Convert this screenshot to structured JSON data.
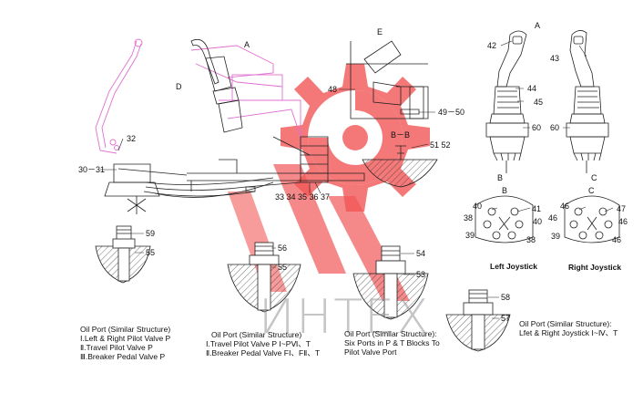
{
  "colors": {
    "logo": "#f03a3a",
    "line": "#222222",
    "pink": "#e070d0",
    "hatch": "#333333"
  },
  "watermark": "ИНТЕХ",
  "views": {
    "a1": "A",
    "d": "D",
    "e": "E",
    "bb": "B－B",
    "a2": "A",
    "b_arrow": "B",
    "c_arrow": "C",
    "b_view": "B",
    "c_view": "C"
  },
  "callouts": {
    "n32": "32",
    "n30_31": "30－31",
    "n48": "48",
    "n49_50": "49－50",
    "n51_52": "51 52",
    "n33_37": "33 34 35 36 37",
    "n42": "42",
    "n43": "43",
    "n44": "44",
    "n45": "45",
    "n60a": "60",
    "n60b": "60",
    "n40a": "40",
    "n41": "41",
    "n38a": "38",
    "n40b": "40",
    "n39a": "39",
    "n38b": "38",
    "n46a": "46",
    "n47": "47",
    "n46b": "46",
    "n46c": "46",
    "n39b": "39",
    "n46d": "46",
    "n59": "59",
    "n55a": "55",
    "n56": "56",
    "n55b": "55",
    "n54": "54",
    "n53": "53",
    "n58": "58",
    "n57": "57"
  },
  "joysticks": {
    "left": "Left Joystick",
    "right": "Right Joystick"
  },
  "captions": {
    "c1_title": "Oil Port (Similar Structure)",
    "c1_l1": "Ⅰ.Left & Right Pilot Valve P",
    "c1_l2": "Ⅱ.Travel Pilot Valve P",
    "c1_l3": "Ⅲ.Breaker Pedal Valve P",
    "c2_title": "Oil Port (Similar Structure)",
    "c2_l1": "Ⅰ.Travel Pilot Valve P Ⅰ~PⅥ、T",
    "c2_l2": "Ⅱ.Breaker Pedal Valve FⅠ、FⅡ、T",
    "c3_title": "Oil Port (Similar Structure):",
    "c3_l1": "Six Ports in P & T Blocks To",
    "c3_l2": "Pilot Valve Port",
    "c4_title": "Oil Port (Similar Structure):",
    "c4_l1": "Lfet & Right Joystick  Ⅰ~Ⅳ、T"
  }
}
